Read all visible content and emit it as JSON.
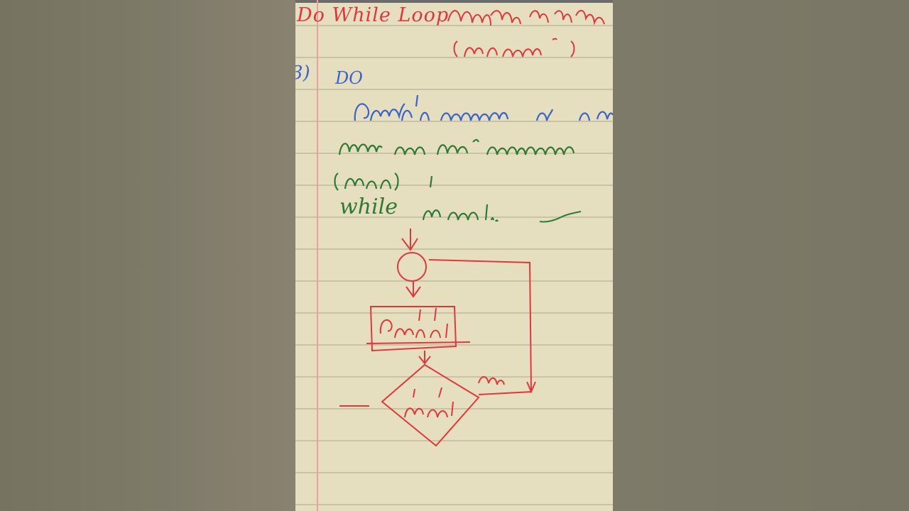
{
  "title": "Do While Loop",
  "step_marker": "3)",
  "do_keyword": "DO",
  "while_line": "while",
  "colors": {
    "red_ink": "#e2363f",
    "blue_ink": "#3a64c9",
    "green_ink": "#2c7a34",
    "paper": "#e6dfbf"
  }
}
